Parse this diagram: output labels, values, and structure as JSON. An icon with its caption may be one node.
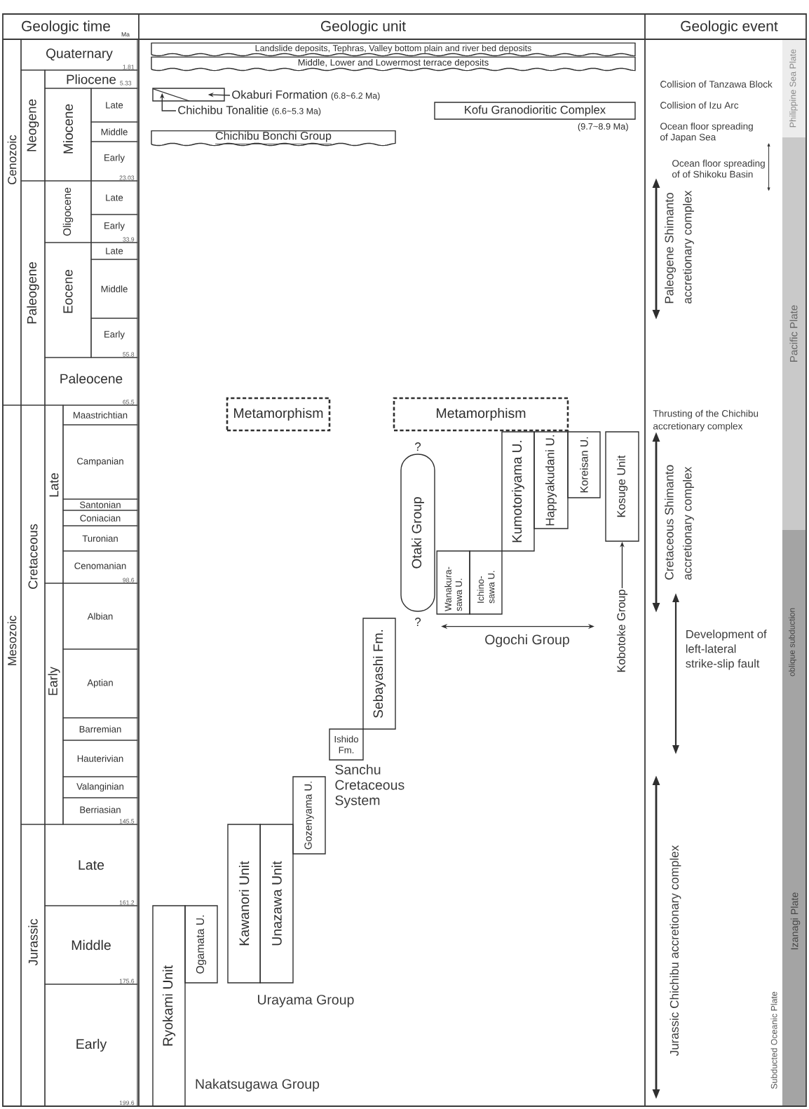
{
  "diagram": {
    "nodes": [
      {
        "text": [
          "Landslide deposits, Tephras, Valley bottom plain and river bed deposits"
        ]
      },
      {
        "text": [
          "Middle, Lower and Lowermost terrace deposits"
        ]
      },
      {
        "text": [
          "Okaburi Formation",
          "(6.8~6.2 Ma)"
        ]
      },
      {
        "text": [],
        "shape": "box"
      },
      {
        "text": [
          "Chichibu Tonalitie",
          "(6.6~5.3 Ma)"
        ]
      },
      {
        "text": [
          "Kofu Granodioritic Complex"
        ],
        "beside": [
          "(9.7~8.9 Ma)"
        ]
      },
      {
        "text": [
          "Chichibu Bonchi Group"
        ]
      },
      {
        "text": [
          "Metamorphism"
        ]
      },
      {
        "text": [
          "Metamorphism"
        ]
      },
      {
        "text": [
          "Kumotoriyama U."
        ]
      },
      {
        "text": [
          "Happyakudani U."
        ]
      },
      {
        "text": [
          "Koreisan U."
        ]
      },
      {
        "text": [
          "Kosuge Unit"
        ]
      },
      {
        "text": [
          "Otaki Group"
        ],
        "beside": [
          "?",
          "?"
        ]
      },
      {
        "text": [
          "Wanakura-sawa U."
        ]
      },
      {
        "text": [
          "Ichino-sawa U."
        ]
      },
      {
        "text": [
          "Kobotoke Group"
        ]
      },
      {
        "text": [
          "Sebayashi Fm."
        ]
      },
      {
        "text": [
          "Ishido Fm."
        ]
      },
      {
        "text": [
          "Gozenyama U."
        ]
      },
      {
        "text": [
          "Kawanori Unit"
        ]
      },
      {
        "text": [
          "Unazawa Unit"
        ]
      },
      {
        "text": [
          "Ryokami Unit"
        ]
      },
      {
        "text": [
          "Ogamata U."
        ]
      },
      {
        "text": [
          "Philippine Sea Plate"
        ]
      },
      {
        "text": [
          "Pacific Plate"
        ]
      },
      {
        "text": [
          "oblique subduction",
          "Izanagi Plate"
        ]
      }
    ],
    "edges": [
      {
        "from": 2,
        "to": 3,
        "arrow": "to"
      },
      {
        "from": 4,
        "to": 3,
        "arrow": "to"
      },
      {
        "from": 16,
        "to": 12,
        "arrow": "to"
      }
    ],
    "labels": [
      "Geologic time",
      "Ma",
      "Geologic unit",
      "Geologic event",
      "Cenozoic",
      "Quaternary",
      "1.81",
      "Neogene",
      "Pliocene",
      "5.33",
      "Miocene",
      "Late",
      "Middle",
      "Early",
      "23.03",
      "Paleogene",
      "Oligocene",
      "Late",
      "Early",
      "33.9",
      "Eocene",
      "Late",
      "Middle",
      "Early",
      "55.8",
      "Paleocene",
      "65.5",
      "Mesozoic",
      "Cretaceous",
      "Late",
      "Maastrichtian",
      "Campanian",
      "Santonian",
      "Coniacian",
      "Turonian",
      "Cenomanian",
      "98.6",
      "Early",
      "Albian",
      "Aptian",
      "Barremian",
      "Hauterivian",
      "Valanginian",
      "Berriasian",
      "145.5",
      "Jurassic",
      "Late",
      "161.2",
      "Middle",
      "175.6",
      "Early",
      "199.6",
      "Ogochi Group",
      "Sanchu Cretaceous System",
      "Urayama Group",
      "Nakatsugawa Group",
      "Collision of Tanzawa Block",
      "Collision of Izu Arc",
      "Ocean floor spreading of Japan Sea",
      "Ocean floor spreading of of Shikoku Basin",
      "Paleogene Shimanto accretionary complex",
      "Thrusting of the Chichibu accretionary complex",
      "Cretaceous Shimanto accretionary complex",
      "Development of left-lateral strike-slip fault",
      "Jurassic Chichibu accretionary complex",
      "Subducted Oceanic Plate"
    ]
  }
}
